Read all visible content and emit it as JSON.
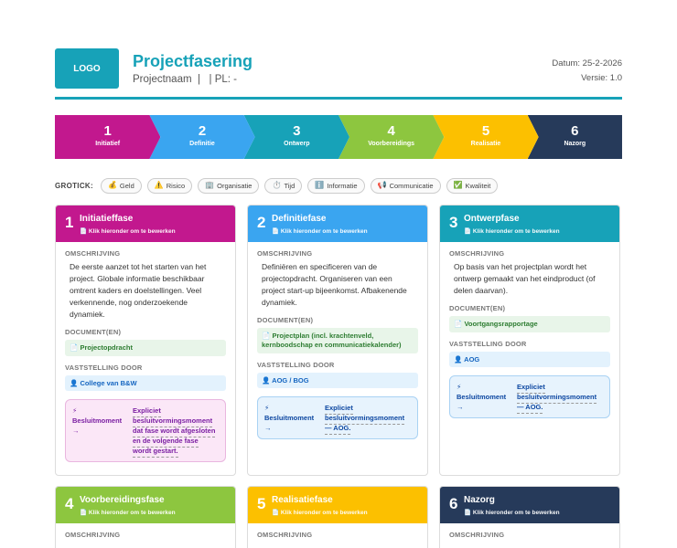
{
  "header": {
    "logo": "LOGO",
    "title": "Projectfasering",
    "subtitle": "Projectnaam  |   | PL: -",
    "date": "Datum: 25-2-2026",
    "version": "Versie: 1.0"
  },
  "chevrons": [
    {
      "num": "1",
      "label": "Initiatief",
      "color": "#c2188e"
    },
    {
      "num": "2",
      "label": "Definitie",
      "color": "#3aa5f0"
    },
    {
      "num": "3",
      "label": "Ontwerp",
      "color": "#17a2b8"
    },
    {
      "num": "4",
      "label": "Voorbereidings",
      "color": "#8dc63f"
    },
    {
      "num": "5",
      "label": "Realisatie",
      "color": "#fcc000"
    },
    {
      "num": "6",
      "label": "Nazorg",
      "color": "#263a5a"
    }
  ],
  "legend": {
    "title": "GROTICK:",
    "items": [
      {
        "icon": "money-bag-icon",
        "label": "Geld"
      },
      {
        "icon": "warning-icon",
        "label": "Risico"
      },
      {
        "icon": "organization-icon",
        "label": "Organisatie"
      },
      {
        "icon": "stopwatch-icon",
        "label": "Tijd"
      },
      {
        "icon": "info-icon",
        "label": "Informatie"
      },
      {
        "icon": "megaphone-icon",
        "label": "Communicatie"
      },
      {
        "icon": "checkmark-icon",
        "label": "Kwaliteit"
      }
    ]
  },
  "labels": {
    "omschrijving": "OMSCHRIJVING",
    "documenten": "DOCUMENT(EN)",
    "vaststelling": "VASTSTELLING DOOR",
    "besluitmoment": "Besluitmoment →",
    "hint": "Klik hieronder om te bewerken"
  },
  "phases": [
    {
      "num": "1",
      "name": "Initiatieffase",
      "color": "#c2188e",
      "description": "De eerste aanzet tot het starten van het project. Globale informatie beschikbaar omtrent kaders en doelstellingen. Veel verkennende, nog onderzoekende dynamiek.",
      "document": "Projectopdracht",
      "owner": "College van B&W",
      "decision": "Expliciet besluitvormingsmoment dat fase wordt afgesloten en de volgende fase wordt gestart."
    },
    {
      "num": "2",
      "name": "Definitiefase",
      "color": "#3aa5f0",
      "description": "Definiëren en specificeren van de projectopdracht. Organiseren van een project start-up bijeenkomst. Afbakenende dynamiek.",
      "document": "Projectplan (incl. krachtenveld, kernboodschap en communicatiekalender)",
      "owner": "AOG / BOG",
      "decision": "Expliciet besluitvormingsmoment — AOG."
    },
    {
      "num": "3",
      "name": "Ontwerpfase",
      "color": "#17a2b8",
      "description": "Op basis van het projectplan wordt het ontwerp gemaakt van het eindproduct (of delen daarvan).",
      "document": "Voortgangsrapportage",
      "owner": "AOG",
      "decision": "Expliciet besluitvormingsmoment — AOG."
    },
    {
      "num": "4",
      "name": "Voorbereidingsfase",
      "color": "#8dc63f"
    },
    {
      "num": "5",
      "name": "Realisatiefase",
      "color": "#fcc000"
    },
    {
      "num": "6",
      "name": "Nazorg",
      "color": "#263a5a"
    }
  ]
}
